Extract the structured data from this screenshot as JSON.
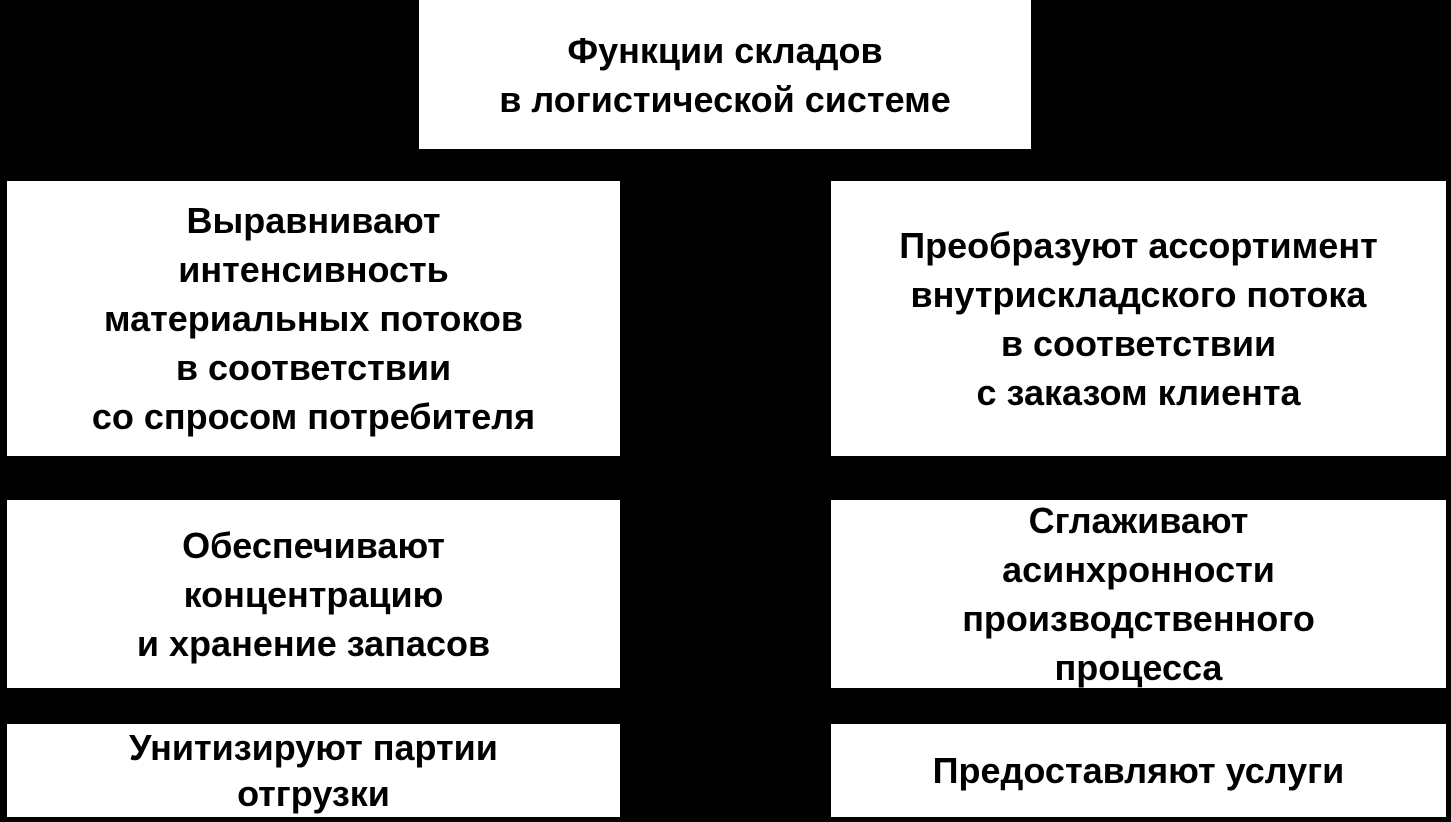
{
  "title": [
    "Функции складов",
    "в логистической системе"
  ],
  "functions": {
    "left": [
      [
        "Выравнивают",
        "интенсивность",
        "материальных потоков",
        "в соответствии",
        "со спросом потребителя"
      ],
      [
        "Обеспечивают",
        "концентрацию",
        "и хранение запасов"
      ],
      [
        "Унитизируют партии",
        "отгрузки"
      ]
    ],
    "right": [
      [
        "Преобразуют ассортимент",
        "внутрискладского потока",
        "в соответствии",
        "с заказом клиента"
      ],
      [
        "Сглаживают",
        "асинхронности",
        "производственного",
        "процесса"
      ],
      [
        "Предоставляют услуги"
      ]
    ]
  }
}
